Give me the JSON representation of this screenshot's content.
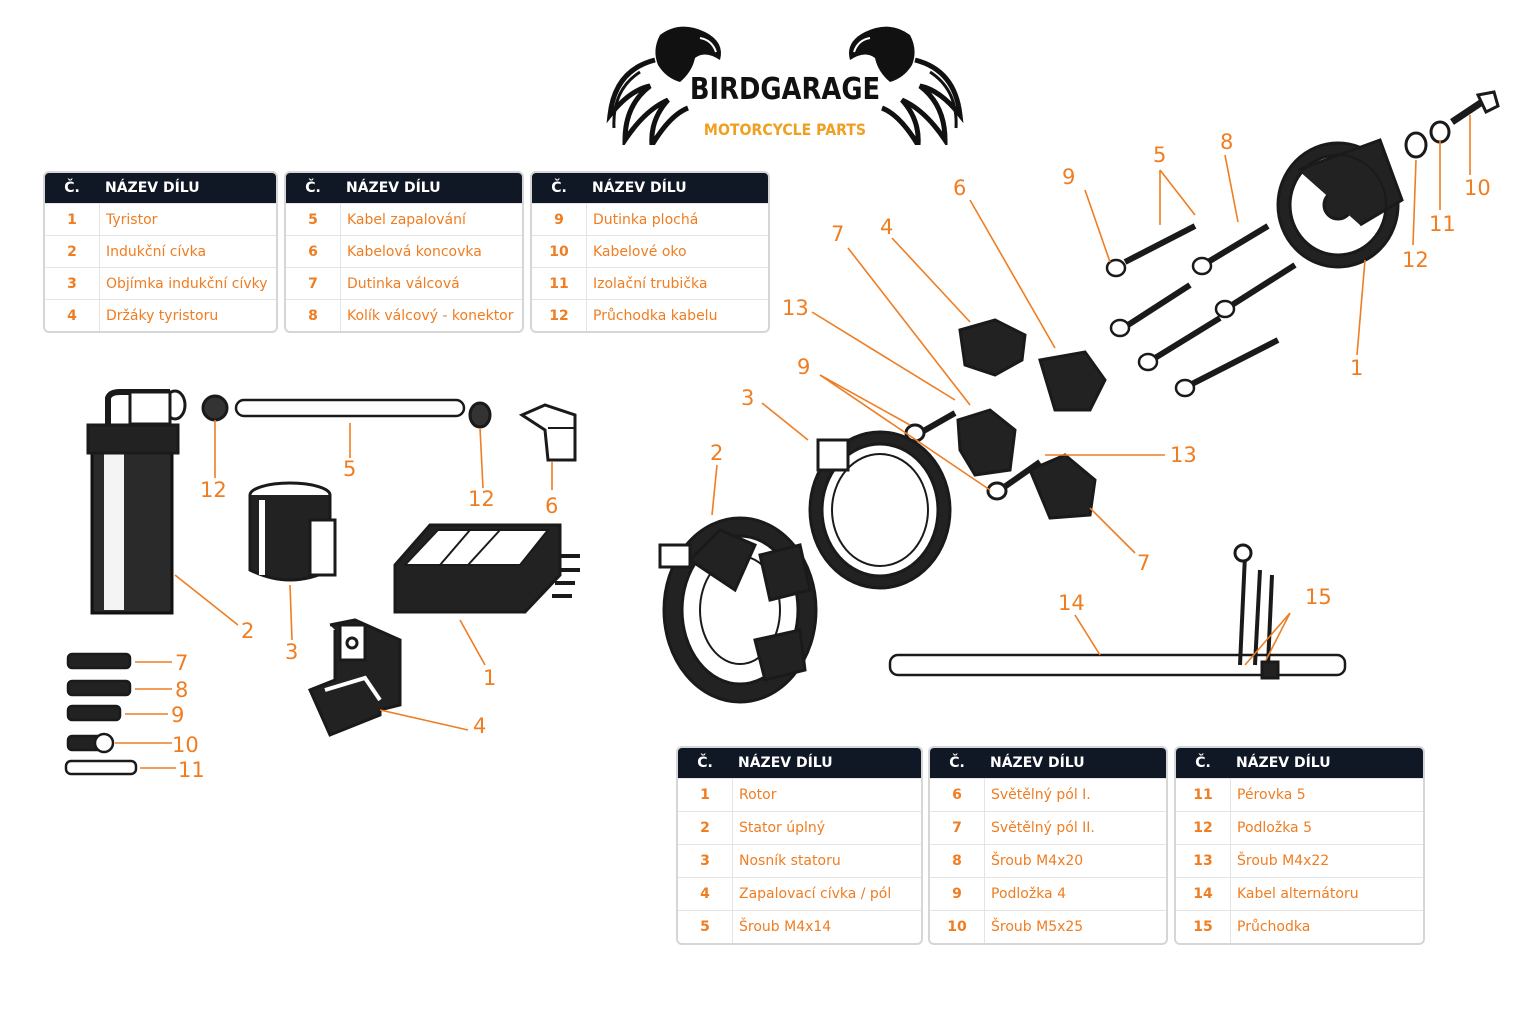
{
  "brand": {
    "name": "BIRDGARAGE",
    "subtitle": "MOTORCYCLE PARTS"
  },
  "table_header": {
    "no": "Č.",
    "name": "NÁZEV DÍLU"
  },
  "tables_top": [
    {
      "rows": [
        {
          "no": "1",
          "name": "Tyristor"
        },
        {
          "no": "2",
          "name": "Indukční cívka"
        },
        {
          "no": "3",
          "name": "Objímka indukční cívky"
        },
        {
          "no": "4",
          "name": "Držáky tyristoru"
        }
      ]
    },
    {
      "rows": [
        {
          "no": "5",
          "name": "Kabel zapalování"
        },
        {
          "no": "6",
          "name": "Kabelová koncovka"
        },
        {
          "no": "7",
          "name": "Dutinka válcová"
        },
        {
          "no": "8",
          "name": "Kolík válcový - konektor"
        }
      ]
    },
    {
      "rows": [
        {
          "no": "9",
          "name": "Dutinka plochá"
        },
        {
          "no": "10",
          "name": "Kabelové oko"
        },
        {
          "no": "11",
          "name": "Izolační trubička"
        },
        {
          "no": "12",
          "name": "Průchodka kabelu"
        }
      ]
    }
  ],
  "tables_bottom": [
    {
      "rows": [
        {
          "no": "1",
          "name": "Rotor"
        },
        {
          "no": "2",
          "name": "Stator úplný"
        },
        {
          "no": "3",
          "name": "Nosník statoru"
        },
        {
          "no": "4",
          "name": "Zapalovací cívka / pól"
        },
        {
          "no": "5",
          "name": "Šroub M4x14"
        }
      ]
    },
    {
      "rows": [
        {
          "no": "6",
          "name": "Světělný pól I."
        },
        {
          "no": "7",
          "name": "Světělný pól II."
        },
        {
          "no": "8",
          "name": "Šroub M4x20"
        },
        {
          "no": "9",
          "name": "Podložka 4"
        },
        {
          "no": "10",
          "name": "Šroub M5x25"
        }
      ]
    },
    {
      "rows": [
        {
          "no": "11",
          "name": "Pérovka 5"
        },
        {
          "no": "12",
          "name": "Podložka 5"
        },
        {
          "no": "13",
          "name": "Šroub M4x22"
        },
        {
          "no": "14",
          "name": "Kabel alternátoru"
        },
        {
          "no": "15",
          "name": "Průchodka"
        }
      ]
    }
  ],
  "callouts_left": [
    "12",
    "5",
    "12",
    "6",
    "2",
    "3",
    "1",
    "4",
    "7",
    "8",
    "9",
    "10",
    "11"
  ],
  "callouts_right": [
    "9",
    "5",
    "8",
    "10",
    "6",
    "11",
    "12",
    "7",
    "4",
    "1",
    "13",
    "9",
    "3",
    "13",
    "2",
    "7",
    "14",
    "15"
  ],
  "colors": {
    "accent": "#ef7d22",
    "header_bg": "#101826",
    "line_art": "#1a1a1a"
  }
}
